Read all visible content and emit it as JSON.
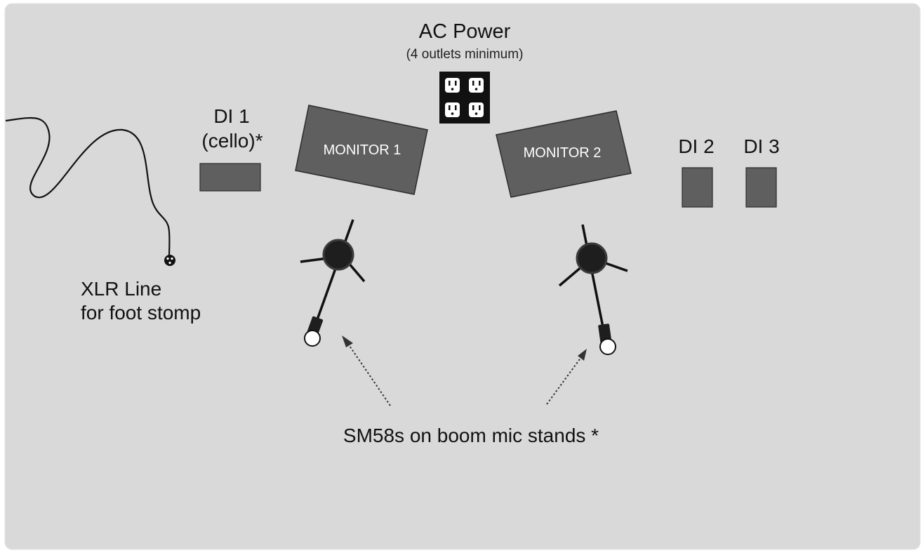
{
  "stage_plot": {
    "ac_power": {
      "title": "AC Power",
      "subtitle": "(4 outlets minimum)"
    },
    "di1": {
      "name": "DI 1",
      "note": "(cello)*"
    },
    "di2": {
      "name": "DI 2"
    },
    "di3": {
      "name": "DI 3"
    },
    "monitor1": {
      "label": "MONITOR 1"
    },
    "monitor2": {
      "label": "MONITOR 2"
    },
    "xlr": {
      "line1": "XLR Line",
      "line2": "for foot stomp"
    },
    "mics": {
      "caption": "SM58s on boom mic stands *"
    },
    "colors": {
      "stage": "#d9d9d9",
      "equipment": "#5f5f5f",
      "outline": "#2b2b2b",
      "outlet_panel": "#111111",
      "mic_head": "#1e1e1e"
    }
  }
}
